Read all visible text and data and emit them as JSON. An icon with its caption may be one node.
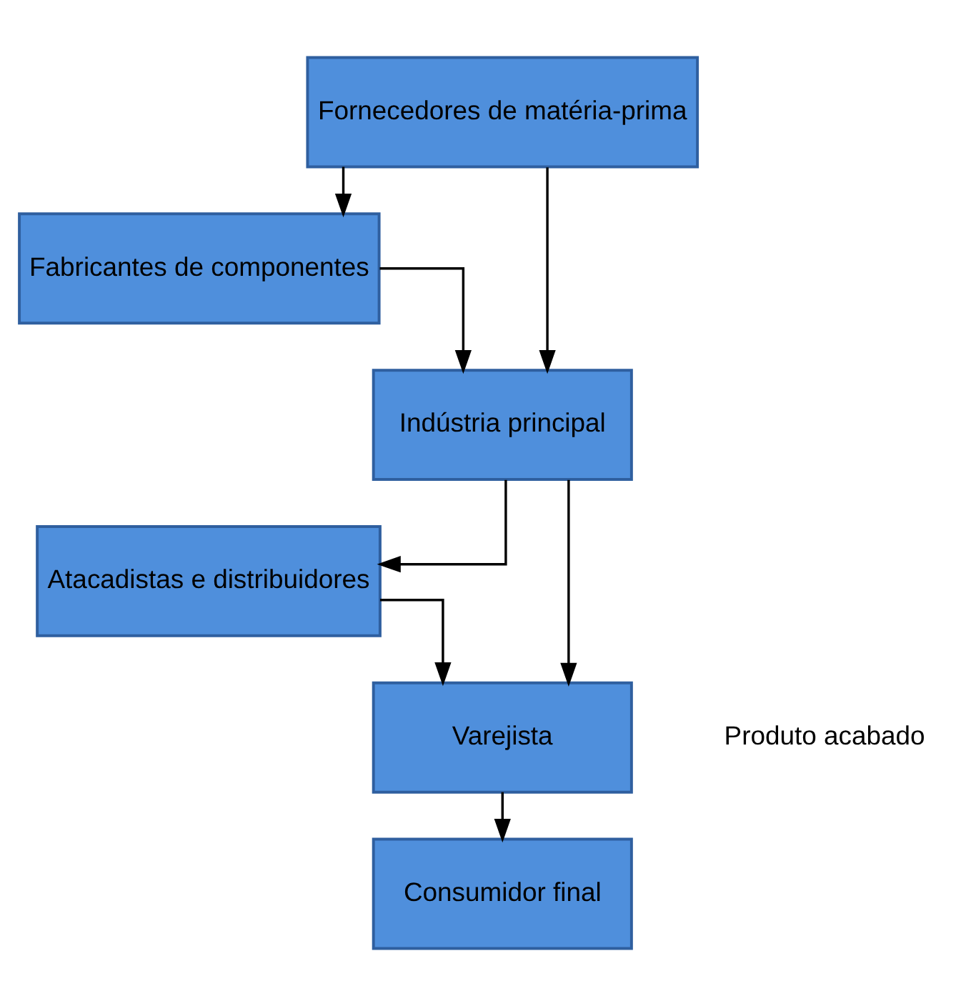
{
  "diagram": {
    "nodes": [
      {
        "text": [
          "Fornecedores de matéria-prima"
        ]
      },
      {
        "text": [
          "Fabricantes de componentes"
        ]
      },
      {
        "text": [
          "Indústria principal"
        ]
      },
      {
        "text": [
          "Atacadistas e distribuidores"
        ]
      },
      {
        "text": [
          "Varejista"
        ]
      },
      {
        "text": [
          "Consumidor final"
        ]
      }
    ],
    "edges": [
      {
        "from": 0,
        "to": 2,
        "arrow": "to"
      },
      {
        "from": 0,
        "to": 1,
        "arrow": "to"
      },
      {
        "from": 1,
        "to": 2,
        "arrow": "to"
      },
      {
        "from": 2,
        "to": 4,
        "arrow": "to"
      },
      {
        "from": 2,
        "to": 3,
        "arrow": "to"
      },
      {
        "from": 3,
        "to": 4,
        "arrow": "to"
      },
      {
        "from": 4,
        "to": 5,
        "arrow": "to"
      }
    ],
    "labels": [
      "Produto acabado"
    ]
  }
}
